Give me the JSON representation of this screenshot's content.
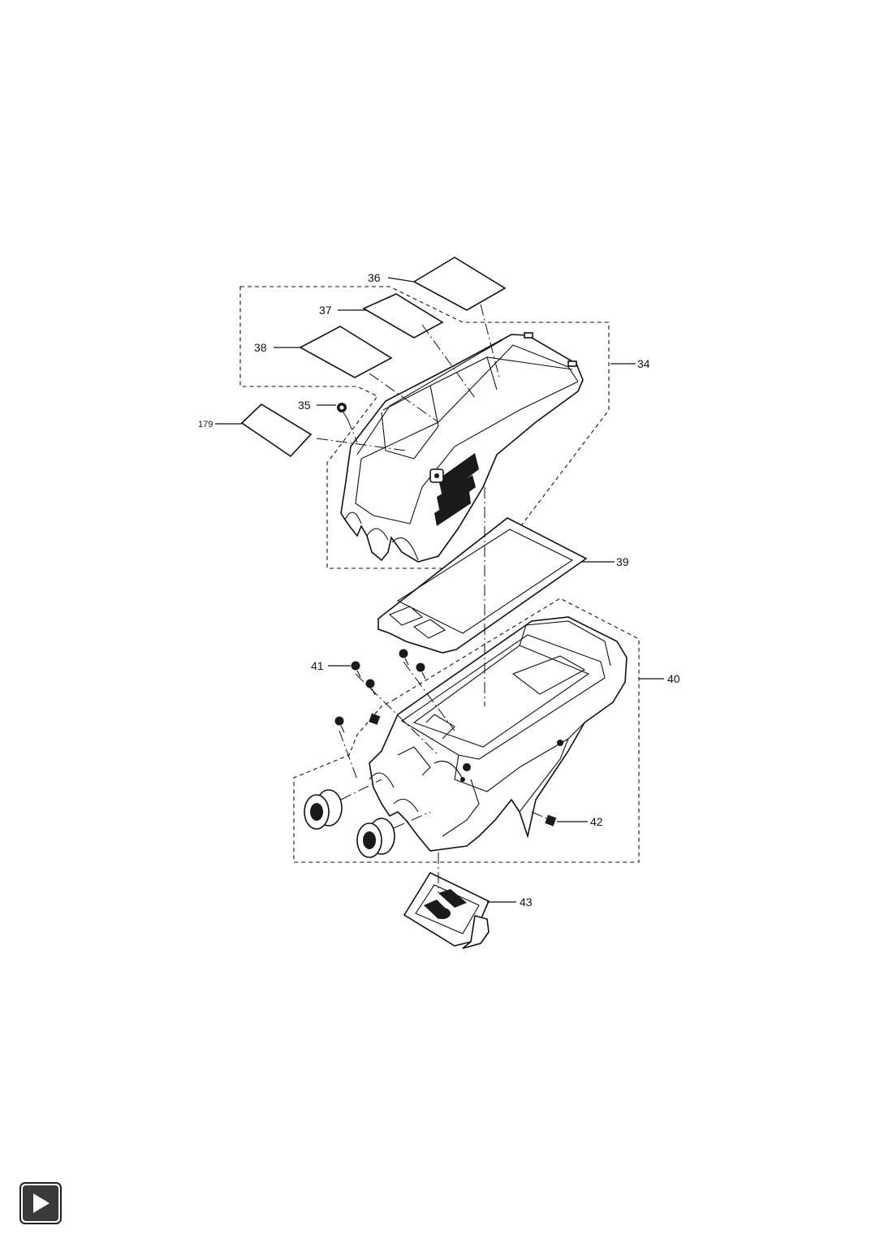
{
  "diagram": {
    "type": "exploded-parts-view",
    "callouts": [
      "36",
      "37",
      "38",
      "34",
      "35",
      "179",
      "39",
      "41",
      "40",
      "42",
      "43"
    ]
  },
  "navigation": {
    "next_icon": "play-triangle-icon"
  }
}
